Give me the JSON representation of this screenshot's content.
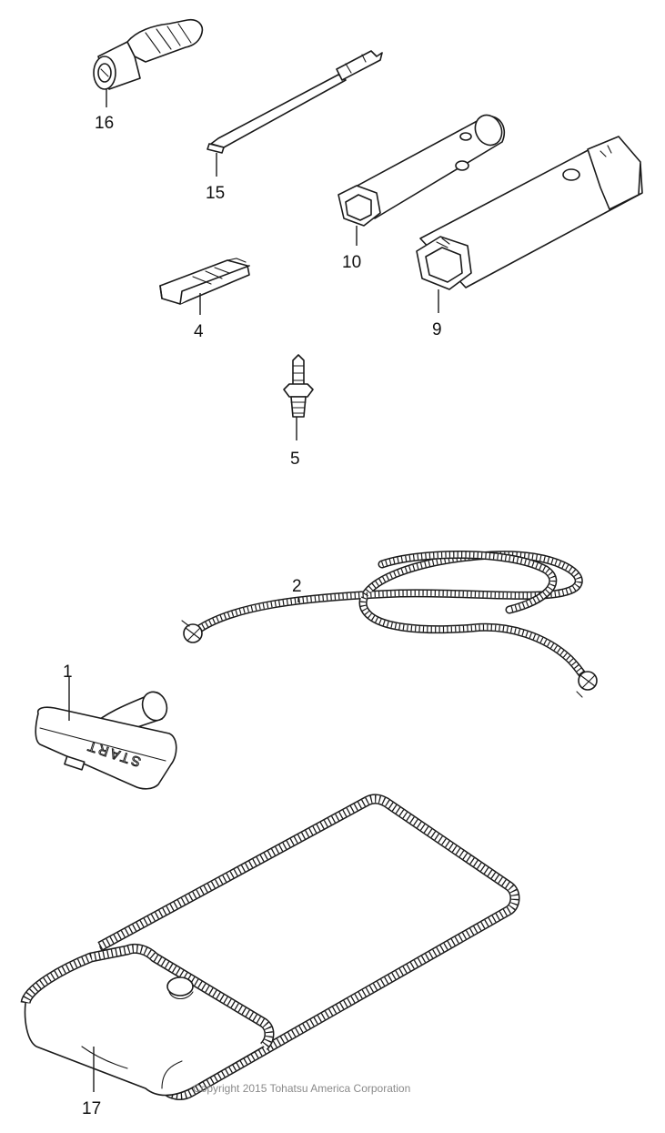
{
  "parts": {
    "p16": {
      "number": "16",
      "name_icon": "screwdriver-handle-icon"
    },
    "p15": {
      "number": "15",
      "name_icon": "screwdriver-blade-icon"
    },
    "p10": {
      "number": "10",
      "name_icon": "small-box-wrench-icon"
    },
    "p9": {
      "number": "9",
      "name_icon": "large-box-wrench-icon"
    },
    "p4": {
      "number": "4",
      "name_icon": "clip-icon"
    },
    "p5": {
      "number": "5",
      "name_icon": "hose-nipple-icon"
    },
    "p2": {
      "number": "2",
      "name_icon": "rope-icon"
    },
    "p1": {
      "number": "1",
      "name_icon": "starter-handle-icon",
      "handle_text": "START"
    },
    "p17": {
      "number": "17",
      "name_icon": "tool-bag-icon"
    }
  },
  "copyright": "Copyright 2015 Tohatsu America Corporation",
  "colors": {
    "line": "#1a1a1a",
    "background": "#ffffff",
    "copyright": "#8a8a8a"
  }
}
